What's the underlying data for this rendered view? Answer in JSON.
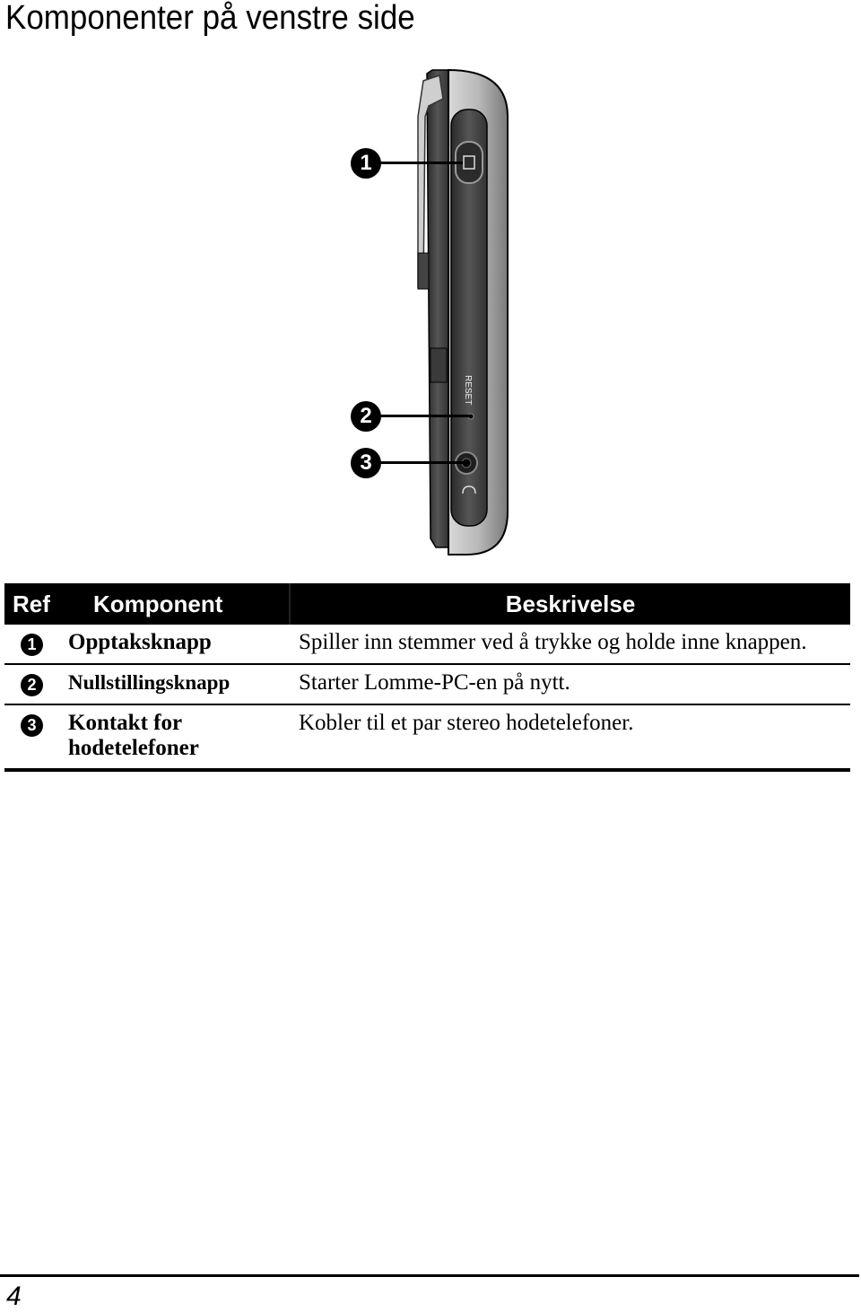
{
  "page": {
    "title": "Komponenter på venstre side",
    "page_number": "4"
  },
  "figure": {
    "callouts": [
      "1",
      "2",
      "3"
    ],
    "device_labels": {
      "reset": "RESET"
    }
  },
  "table": {
    "headers": {
      "ref": "Ref",
      "component": "Komponent",
      "description": "Beskrivelse"
    },
    "rows": [
      {
        "ref": "1",
        "component": "Opptaksknapp",
        "description": "Spiller inn stemmer ved å trykke og holde inne knappen."
      },
      {
        "ref": "2",
        "component": "Nullstillingsknapp",
        "description": "Starter Lomme-PC-en på nytt."
      },
      {
        "ref": "3",
        "component": "Kontakt for hodetelefoner",
        "description": "Kobler til et par stereo hodetelefoner."
      }
    ]
  }
}
